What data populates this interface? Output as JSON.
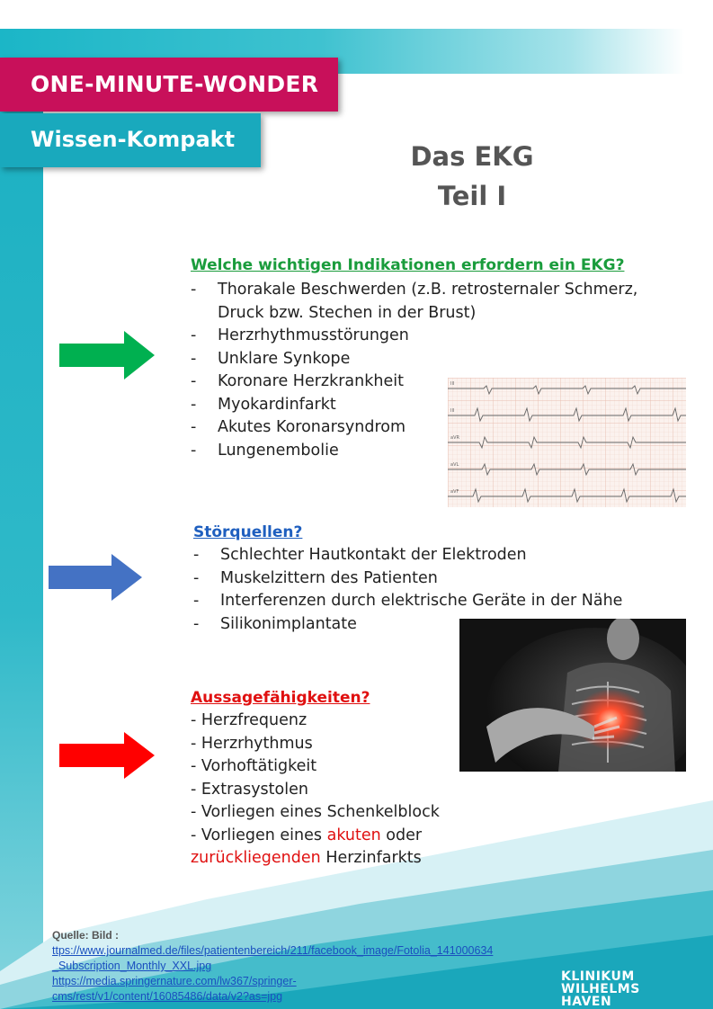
{
  "header": {
    "badge_primary": "ONE-MINUTE-WONDER",
    "badge_secondary": "Wissen-Kompakt",
    "title_line1": "Das EKG",
    "title_line2": "Teil I"
  },
  "section_indications": {
    "heading": "Welche wichtigen Indikationen  erfordern ein EKG?",
    "color": "#1a9c3c",
    "arrow_color": "#00b050",
    "items": [
      "Thorakale Beschwerden (z.B. retrosternaler Schmerz, Druck bzw. Stechen in der Brust)",
      "Herzrhythmusstörungen",
      "Unklare Synkope",
      "Koronare Herzkrankheit",
      "Myokardinfarkt",
      "Akutes Koronarsyndrom",
      "Lungenembolie"
    ]
  },
  "section_interference": {
    "heading": "Störquellen?",
    "color": "#1f5fbf",
    "arrow_color": "#4472c4",
    "items": [
      "Schlechter Hautkontakt der Elektroden",
      "Muskelzittern des Patienten",
      "Interferenzen  durch elektrische Geräte in der Nähe",
      "Silikonimplantate"
    ]
  },
  "section_findings": {
    "heading": "Aussagefähigkeiten?",
    "color": "#e01010",
    "arrow_color": "#ff0000",
    "items": [
      "- Herzfrequenz",
      "- Herzrhythmus",
      "- Vorhoftätigkeit",
      "- Extrasystolen",
      "- Vorliegen eines Schenkelblock"
    ],
    "last_item": {
      "prefix": "- Vorliegen eines ",
      "highlight1": "akuten",
      "middle": " oder",
      "highlight2": "zurückliegenden",
      "suffix": " Herzinfarkts"
    }
  },
  "ecg_image": {
    "lead_labels": [
      "III",
      "III",
      "aVR",
      "aVL",
      "aVF"
    ]
  },
  "sources": {
    "label": "Quelle: Bild :",
    "link1_line1": "ttps://www.journalmed.de/files/patientenbereich/211/facebook_image/Fotolia_141000634",
    "link1_line2": "_Subscription_Monthly_XXL.jpg",
    "link2_line1": "https://media.springernature.com/lw367/springer-",
    "link2_line2": "cms/rest/v1/content/16085486/data/v2?as=jpg"
  },
  "logo": {
    "line1": "KLINIKUM",
    "line2": "WILHELMS",
    "line3": "HAVEN"
  },
  "colors": {
    "brand_pink": "#c8105a",
    "brand_teal": "#19a9bd",
    "title_gray": "#555555",
    "highlight_red": "#e01010"
  }
}
